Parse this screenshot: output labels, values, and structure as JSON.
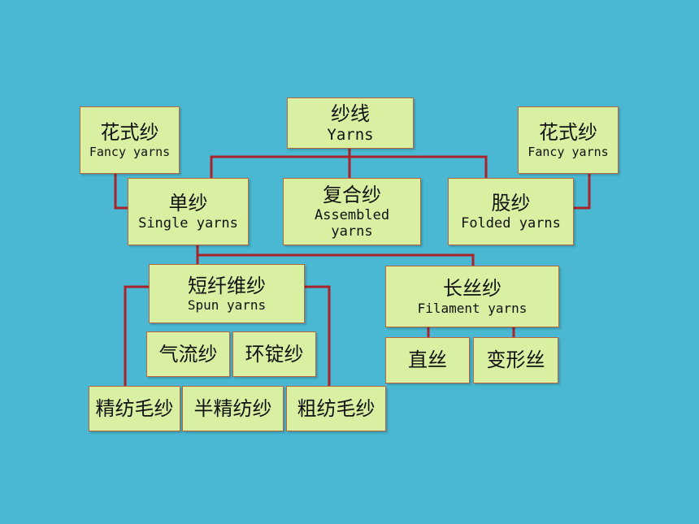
{
  "nodes": {
    "yarns": {
      "zh": "纱线",
      "en": "Yarns"
    },
    "fancy_left": {
      "zh": "花式纱",
      "en": "Fancy yarns"
    },
    "fancy_right": {
      "zh": "花式纱",
      "en": "Fancy yarns"
    },
    "single": {
      "zh": "单纱",
      "en": "Single yarns"
    },
    "assembled": {
      "zh": "复合纱",
      "en": "Assembled yarns"
    },
    "folded": {
      "zh": "股纱",
      "en": "Folded yarns"
    },
    "spun": {
      "zh": "短纤维纱",
      "en": "Spun yarns"
    },
    "filament": {
      "zh": "长丝纱",
      "en": "Filament yarns"
    },
    "air_jet": {
      "zh": "气流纱"
    },
    "ring": {
      "zh": "环锭纱"
    },
    "straight": {
      "zh": "直丝"
    },
    "textured": {
      "zh": "变形丝"
    },
    "worsted": {
      "zh": "精纺毛纱"
    },
    "semi_worsted": {
      "zh": "半精纺纱"
    },
    "woolen": {
      "zh": "粗纺毛纱"
    }
  },
  "colors": {
    "background": "#4ab8d2",
    "box_fill": "#d9f0a3",
    "connector": "#a8232a"
  }
}
